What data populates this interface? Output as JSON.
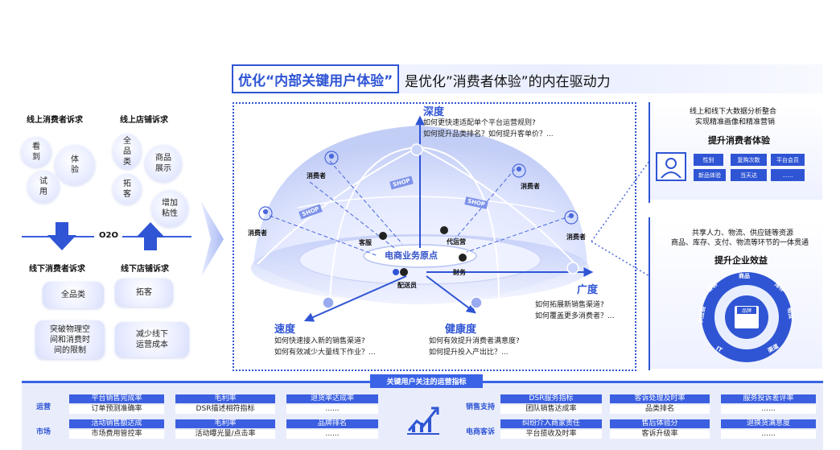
{
  "header": {
    "highlight": "优化“内部关键用户体验”",
    "rest": "是优化”消费者体验”的内在驱动力"
  },
  "left": {
    "online_consumer": {
      "title": "线上消费者诉求",
      "items": [
        "看\n到",
        "体\n验",
        "试\n用"
      ]
    },
    "online_store": {
      "title": "线上店铺诉求",
      "items": [
        "全\n品\n类",
        "商品\n展示",
        "拓\n客",
        "增加\n粘性"
      ]
    },
    "o2o": "O2O",
    "offline_consumer": {
      "title": "线下消费者诉求",
      "items": [
        "全品类",
        "突破物理空\n间和消费时\n间的限制"
      ]
    },
    "offline_store": {
      "title": "线下店铺诉求",
      "items": [
        "拓客",
        "减少线下\n运营成本"
      ]
    }
  },
  "center": {
    "depth": {
      "title": "深度",
      "questions": [
        "如何更快速适配单个平台运营规则?",
        "如何提升品类排名？如何提升客单价？..."
      ]
    },
    "breadth": {
      "title": "广度",
      "questions": [
        "如何拓展新销售渠道?",
        "如何覆盖更多消费者？..."
      ]
    },
    "speed": {
      "title": "速度",
      "questions": [
        "如何快速接入新的销售渠道?",
        "如何有效减少大量线下作业？..."
      ]
    },
    "health": {
      "title": "健康度",
      "questions": [
        "如何有效提升消费者满意度?",
        "如何提升投入产出比？..."
      ]
    },
    "origin": "电商业务原点",
    "roles": {
      "service": "客服",
      "ops": "代运营",
      "finance": "财务",
      "courier": "配送员"
    },
    "consumer": "消费者",
    "shop_signs": [
      "SHOP",
      "SHOP",
      "SHOP"
    ]
  },
  "right": {
    "consumer": {
      "desc": [
        "线上和线下大数据分析整合",
        "实现精准画像和精准营销"
      ],
      "title": "提升消费者体验",
      "tags": [
        "性别",
        "复购次数",
        "平台会员",
        "新品体验",
        "当天达",
        "......"
      ]
    },
    "enterprise": {
      "desc": [
        "共享人力、物流、供应链等资源",
        "商品、库存、支付、物流等环节的一体贯通"
      ],
      "title": "提升企业效益",
      "ring": [
        "商品",
        "库存",
        "物流",
        "渠道",
        "IT",
        "供应链",
        "营销"
      ],
      "center_tag": "品牌"
    }
  },
  "bottom": {
    "tab": "关键用户关注的运营指标",
    "left_groups": [
      {
        "name": "运营",
        "rows": [
          [
            "平台销售完成率",
            "毛利率",
            "退货率达成率"
          ],
          [
            "订单预测准确率",
            "DSR描述相符指标",
            "......"
          ]
        ]
      },
      {
        "name": "市场",
        "rows": [
          [
            "活动销售额达成",
            "毛利率",
            "品牌排名"
          ],
          [
            "市场费用管控率",
            "活动曝光量/点击率",
            "......"
          ]
        ]
      }
    ],
    "right_groups": [
      {
        "name": "销售支持",
        "rows": [
          [
            "DSR服务指标",
            "客诉处理及时率",
            "服务投诉差评率"
          ],
          [
            "团队销售达成率",
            "品类排名",
            "......"
          ]
        ]
      },
      {
        "name": "电商客诉",
        "rows": [
          [
            "纠纷介入商家责任",
            "售后体验分",
            "退换货满意度"
          ],
          [
            "平台揽收及时率",
            "客诉升级率",
            "......"
          ]
        ]
      }
    ]
  }
}
